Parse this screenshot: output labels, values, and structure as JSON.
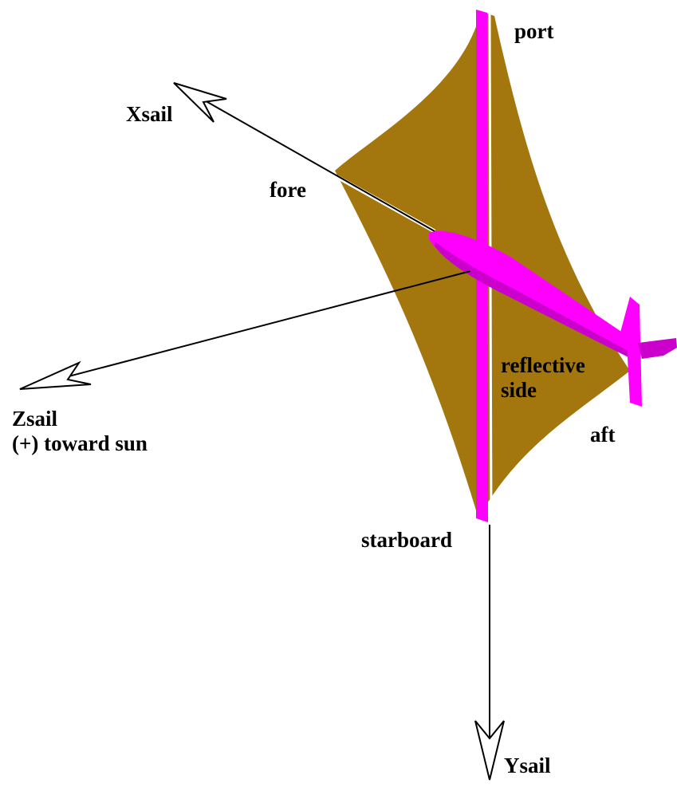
{
  "labels": {
    "port": "port",
    "xsail": "Xsail",
    "fore": "fore",
    "reflective_line1": "reflective",
    "reflective_line2": "side",
    "zsail_line1": "Zsail",
    "zsail_line2": "(+) toward sun",
    "aft": "aft",
    "starboard": "starboard",
    "ysail": "Ysail"
  },
  "colors": {
    "sail": "#A4760E",
    "boom": "#FF00FF",
    "boom_shade": "#CC00CC",
    "axis": "#000000",
    "background": "#FFFFFF"
  }
}
